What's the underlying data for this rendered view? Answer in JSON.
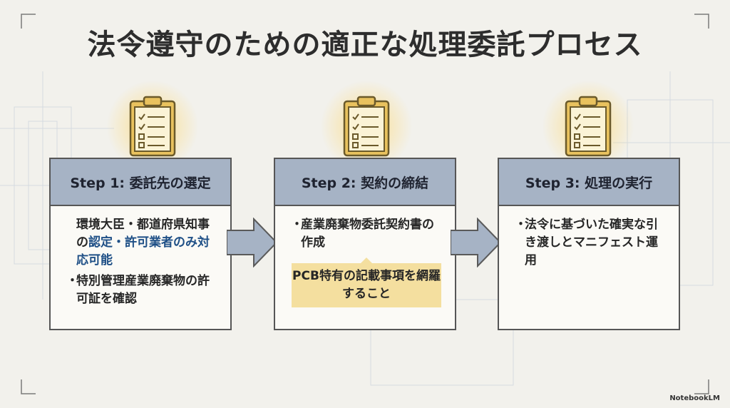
{
  "title": "法令遵守のための適正な処理委託プロセス",
  "steps": [
    {
      "heading": "Step 1: 委託先の選定",
      "icon": "clipboard-checklist-icon",
      "bullet1_text_a": "環境大臣・都道府県知事の",
      "bullet1_highlight": "認定・許可業者のみ対応可能",
      "bullet2": "特別管理産業廃棄物の許可証を確認"
    },
    {
      "heading": "Step 2: 契約の締結",
      "icon": "clipboard-checklist-icon",
      "bullet1": "産業廃棄物委託契約書の作成",
      "note": "PCB特有の記載事項を網羅すること"
    },
    {
      "heading": "Step 3: 処理の実行",
      "icon": "clipboard-checklist-icon",
      "bullet1": "法令に基づいた確実な引き渡しとマニフェスト運用"
    }
  ],
  "bullet_mark": "・",
  "footer": "NotebookLM",
  "colors": {
    "header_bg": "#a6b3c5",
    "highlight_text": "#1e4f86",
    "note_bg": "#f4df9f",
    "arrow_fill": "#a6b3c5",
    "clipboard_gold": "#e9c25e"
  }
}
